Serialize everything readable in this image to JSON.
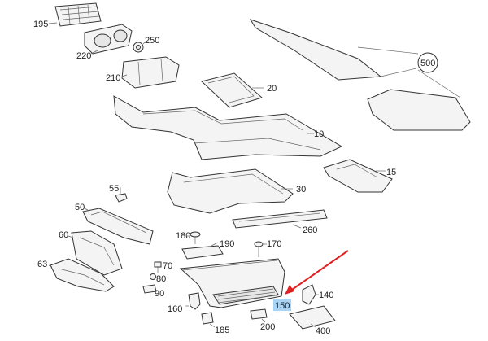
{
  "diagram": {
    "callouts": {
      "c195": "195",
      "c220": "220",
      "c250": "250",
      "c210": "210",
      "c20": "20",
      "c500": "500",
      "c10": "10",
      "c15": "15",
      "c30": "30",
      "c55": "55",
      "c50": "50",
      "c260": "260",
      "c60": "60",
      "c180": "180",
      "c190": "190",
      "c170": "170",
      "c63": "63",
      "c70": "70",
      "c80": "80",
      "c90": "90",
      "c160": "160",
      "c140": "140",
      "c150": "150",
      "c185": "185",
      "c200": "200",
      "c400": "400"
    },
    "colors": {
      "highlight": "#a9d4f5",
      "arrow": "#e02020",
      "line": "#333333"
    }
  }
}
